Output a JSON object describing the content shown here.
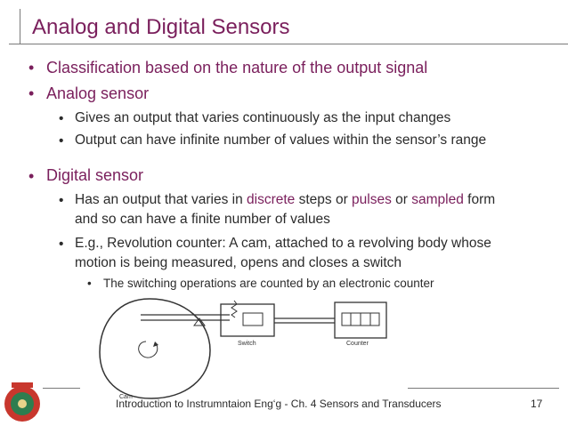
{
  "slide": {
    "title": "Analog and Digital Sensors",
    "bullets": {
      "b1": "Classification based on the nature of the output signal",
      "b2": "Analog sensor",
      "b2a": "Gives an output that varies continuously as the input changes",
      "b2b": "Output can have infinite number of values within the sensor’s  range",
      "b3": "Digital sensor",
      "b3a_pre": "Has an output that varies in ",
      "b3a_w1": "discrete",
      "b3a_mid1": " steps or ",
      "b3a_w2": "pulses",
      "b3a_mid2": " or ",
      "b3a_w3": "sampled",
      "b3a_post": " form",
      "b3a_line2": "and so can have a finite number of values",
      "b3b_line1": "E.g., Revolution counter:  A cam, attached to a revolving body whose",
      "b3b_line2": "motion is being measured, opens and closes a switch",
      "b3b1": "The switching operations are counted by an electronic counter"
    },
    "diagram": {
      "switch_label": "Switch",
      "counter_label": "Counter",
      "cam_label": "Cam"
    },
    "footer": "Introduction to Instrumntaion Eng‘g - Ch. 4 Sensors and Transducers",
    "page_number": "17",
    "colors": {
      "accent": "#7a1f5c",
      "text": "#2b2b2b",
      "rule": "#7a7a7a"
    }
  }
}
